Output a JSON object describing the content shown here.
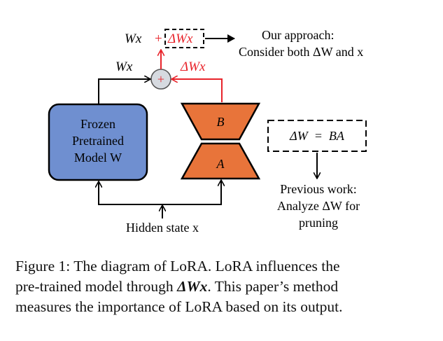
{
  "diagram": {
    "output_left": "Wx",
    "output_plus": "+",
    "output_delta": "ΔWx",
    "approach_line1": "Our approach:",
    "approach_line2": "Consider both ΔW and x",
    "frozen_input_label": "Wx",
    "lora_input_label": "ΔWx",
    "adder_symbol": "+",
    "frozen_line1": "Frozen",
    "frozen_line2": "Pretrained",
    "frozen_line3": "Model W",
    "lora_b": "B",
    "lora_a": "A",
    "equation": "ΔW  =  BA",
    "previous_line1": "Previous work:",
    "previous_line2": "Analyze ΔW for",
    "previous_line3": "pruning",
    "hidden_state": "Hidden state  x"
  },
  "caption": {
    "line1": "Figure 1: The diagram of LoRA. LoRA influences the",
    "line2_a": "pre-trained model through ",
    "line2_em": "ΔWx",
    "line2_b": ". This paper’s method",
    "line3": "measures the importance of LoRA based on its output."
  },
  "colors": {
    "frozen_fill": "#6f8fd0",
    "lora_fill": "#e8743a",
    "highlight_red": "#e8232a",
    "adder_fill": "#d6dae0"
  }
}
